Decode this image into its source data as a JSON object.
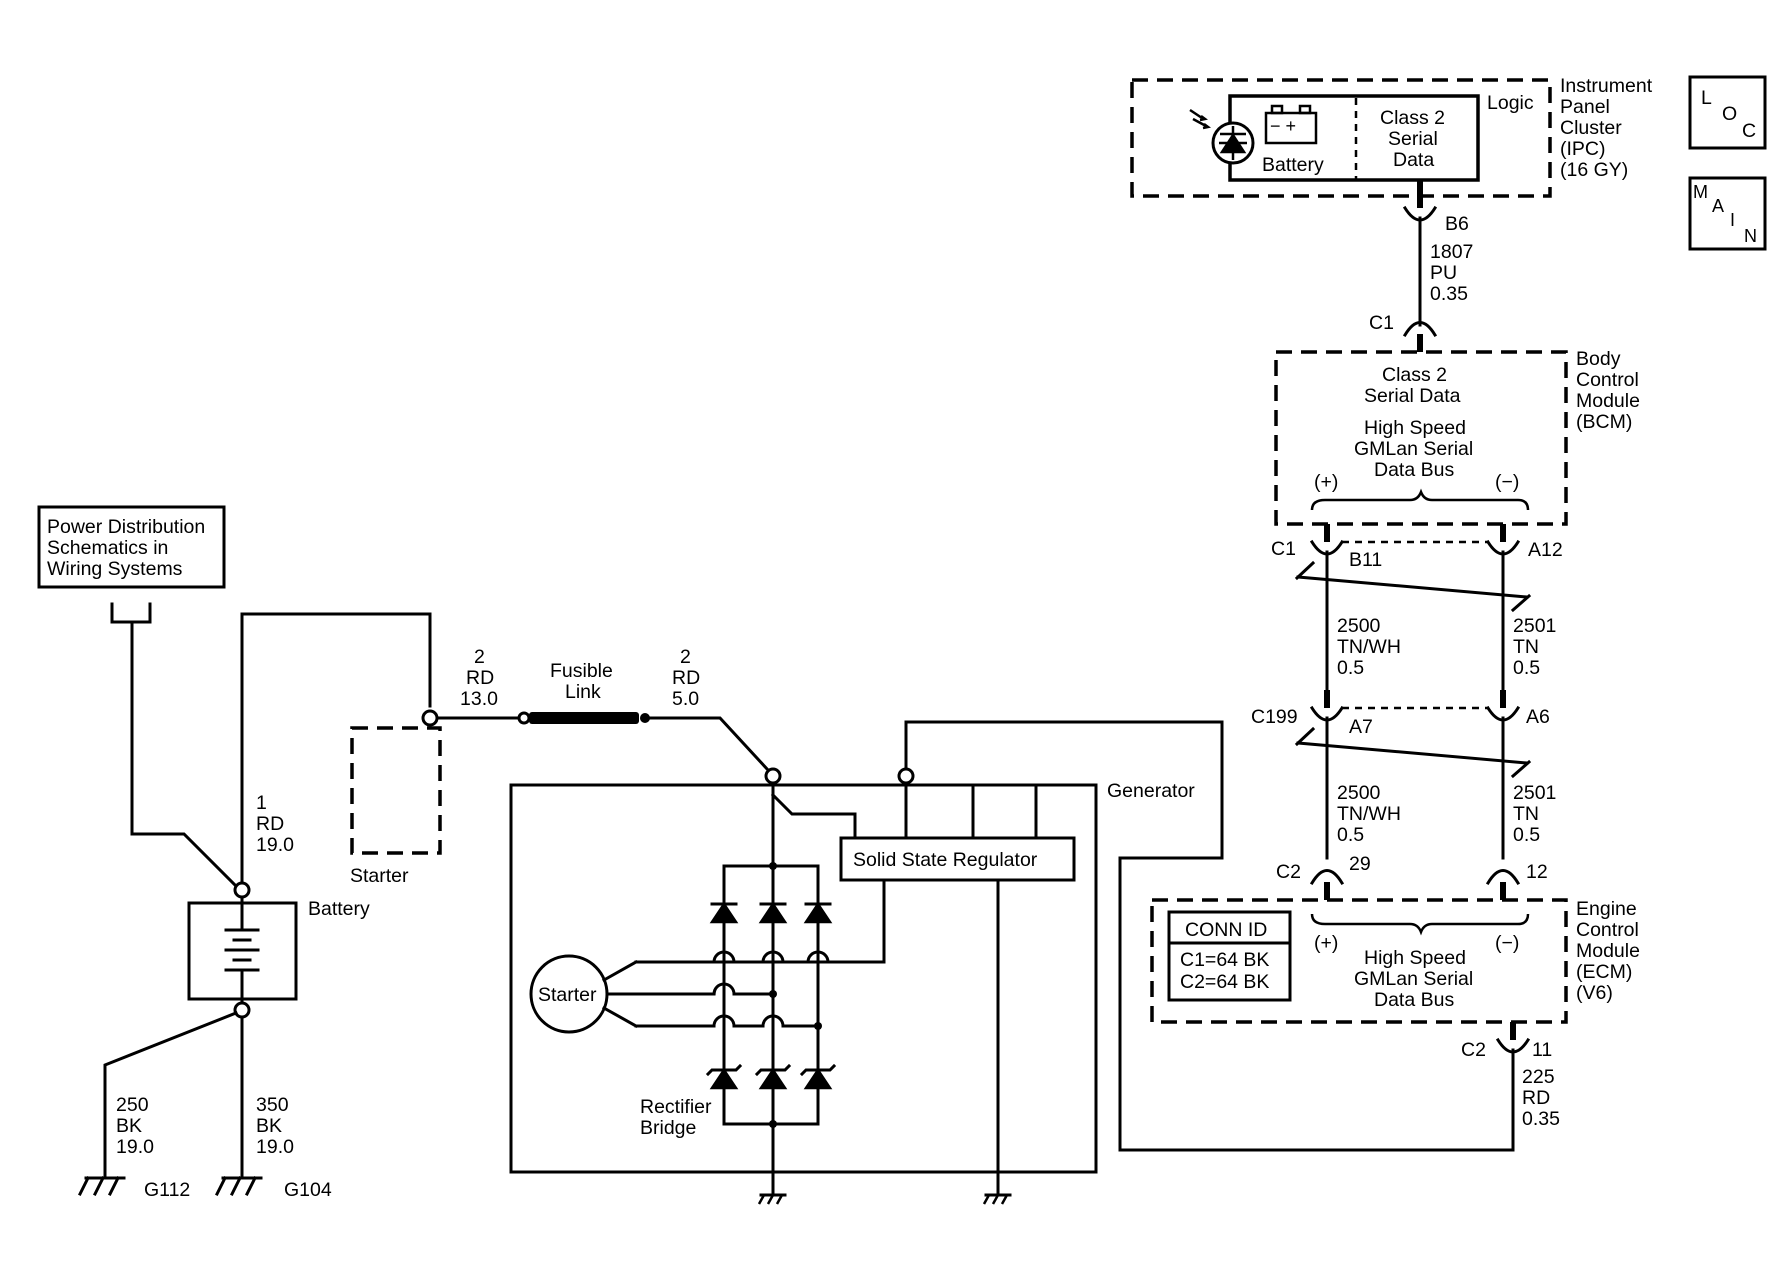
{
  "modules": {
    "ipc": {
      "title_lines": [
        "Instrument",
        "Panel",
        "Cluster",
        "(IPC)",
        "(16 GY)"
      ],
      "logic_label": "Logic",
      "battery_label": "Battery",
      "battery_signs": "−  +",
      "serial_lines": [
        "Class 2",
        "Serial",
        "Data"
      ]
    },
    "bcm": {
      "title_lines": [
        "Body",
        "Control",
        "Module",
        "(BCM)"
      ],
      "class2_lines": [
        "Class 2",
        "Serial Data"
      ],
      "bus_lines": [
        "High Speed",
        "GMLan Serial",
        "Data Bus"
      ],
      "plus": "(+)",
      "minus": "(−)"
    },
    "ecm": {
      "title_lines": [
        "Engine",
        "Control",
        "Module",
        "(ECM)",
        "(V6)"
      ],
      "bus_lines": [
        "High Speed",
        "GMLan Serial",
        "Data Bus"
      ],
      "plus": "(+)",
      "minus": "(−)",
      "conn_id_title": "CONN ID",
      "conn_id_lines": [
        "C1=64 BK",
        "C2=64 BK"
      ]
    },
    "generator": {
      "label": "Generator",
      "regulator": "Solid State Regulator",
      "stator": "Starter",
      "rectifier_lines": [
        "Rectifier",
        "Bridge"
      ]
    },
    "battery": {
      "label": "Battery"
    },
    "starter": {
      "label": "Starter"
    },
    "power_dist": {
      "lines": [
        "Power Distribution",
        "Schematics in",
        "Wiring Systems"
      ]
    }
  },
  "nav": {
    "loc": [
      "L",
      "O",
      "C"
    ],
    "main": [
      "M",
      "A",
      "I",
      "N"
    ]
  },
  "connectors": {
    "b6": "B6",
    "c1_bcm_top": "C1",
    "c1_bcm_bottom": "C1",
    "b11": "B11",
    "a12": "A12",
    "c199": "C199",
    "a7": "A7",
    "a6": "A6",
    "c2_ecm": "C2",
    "pin29": "29",
    "pin12": "12",
    "c2_out": "C2",
    "pin11": "11"
  },
  "wires": {
    "w1807": [
      "1807",
      "PU",
      "0.35"
    ],
    "w2500a": [
      "2500",
      "TN/WH",
      "0.5"
    ],
    "w2501a": [
      "2501",
      "TN",
      "0.5"
    ],
    "w2500b": [
      "2500",
      "TN/WH",
      "0.5"
    ],
    "w2501b": [
      "2501",
      "TN",
      "0.5"
    ],
    "w225": [
      "225",
      "RD",
      "0.35"
    ],
    "w1": [
      "1",
      "RD",
      "19.0"
    ],
    "w2a": [
      "2",
      "RD",
      "13.0"
    ],
    "w2b": [
      "2",
      "RD",
      "5.0"
    ],
    "w250": [
      "250",
      "BK",
      "19.0"
    ],
    "w350": [
      "350",
      "BK",
      "19.0"
    ]
  },
  "fusible_link": [
    "Fusible",
    "Link"
  ],
  "grounds": {
    "g112": "G112",
    "g104": "G104"
  }
}
